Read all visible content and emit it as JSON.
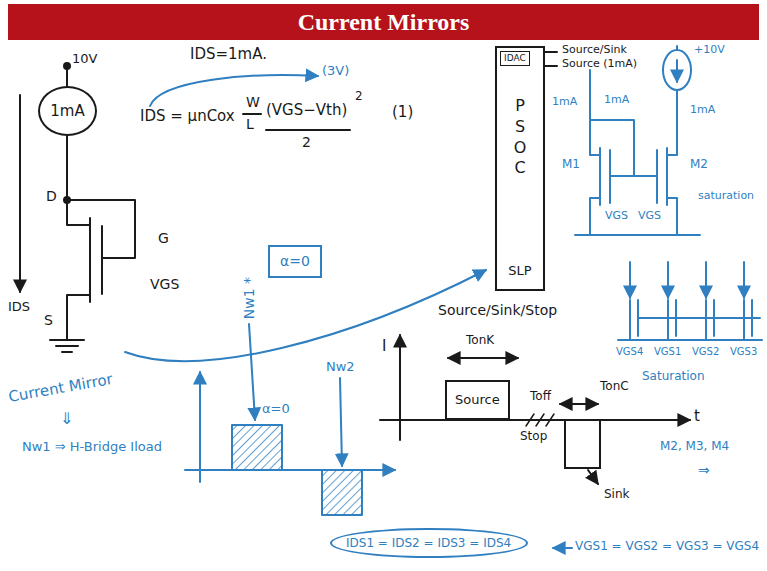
{
  "diagram": {
    "title": "Current Mirrors",
    "nodes": [
      {
        "text": [
          "1mA"
        ]
      },
      {
        "text": [
          "α=0"
        ]
      },
      {
        "text": [
          "PSOC",
          "SLP"
        ]
      },
      {
        "text": [
          "IDAC"
        ],
        "in": 2
      },
      {
        "text": [
          "Source"
        ]
      },
      {
        "text": [
          "IDS1 = IDS2 = IDS3 = IDS4"
        ]
      }
    ],
    "labels": [
      "10V",
      "IDS=1mA.",
      "IDS = μnCox",
      "W",
      "L",
      "(VGS−Vth)",
      "2",
      "2",
      "(1)",
      "(3V)",
      "D",
      "G",
      "VGS",
      "S",
      "IDS",
      "Nw1 *",
      "Current Mirror",
      "⇓",
      "Nw1 ⇒ H-Bridge Iload",
      "α=0",
      "Nw2",
      "Source/Sink/Stop",
      "I",
      "t",
      "TonK",
      "Toff",
      "Stop",
      "TonC",
      "Sink",
      "Source/Sink",
      "Source (1mA)",
      "+10V",
      "1mA",
      "1mA",
      "1mA",
      "M1",
      "M2",
      "VGS",
      "VGS",
      "saturation",
      "VGS4",
      "VGS1",
      "VGS2",
      "VGS3",
      "Saturation",
      "M2, M3, M4",
      "⇒",
      "VGS1 = VGS2 = VGS3 = VGS4"
    ]
  }
}
